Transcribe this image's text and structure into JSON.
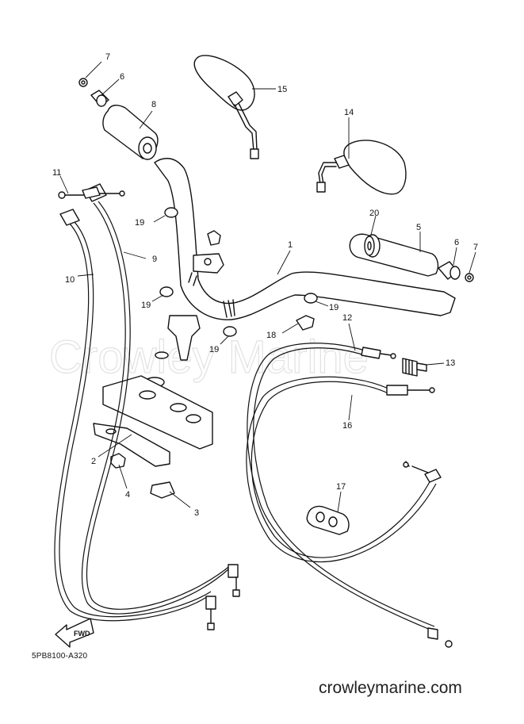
{
  "diagram": {
    "code": "5PB8100-A320",
    "watermark": "Crowley Marine",
    "footer": "crowleymarine.com",
    "fwd_label": "FWD",
    "callouts": {
      "c1": "1",
      "c2": "2",
      "c3": "3",
      "c4": "4",
      "c5": "5",
      "c6a": "6",
      "c6b": "6",
      "c7a": "7",
      "c7b": "7",
      "c8": "8",
      "c9": "9",
      "c10": "10",
      "c11": "11",
      "c12": "12",
      "c13": "13",
      "c14": "14",
      "c15": "15",
      "c16": "16",
      "c17": "17",
      "c18": "18",
      "c19a": "19",
      "c19b": "19",
      "c19c": "19",
      "c19d": "19",
      "c20": "20"
    }
  }
}
